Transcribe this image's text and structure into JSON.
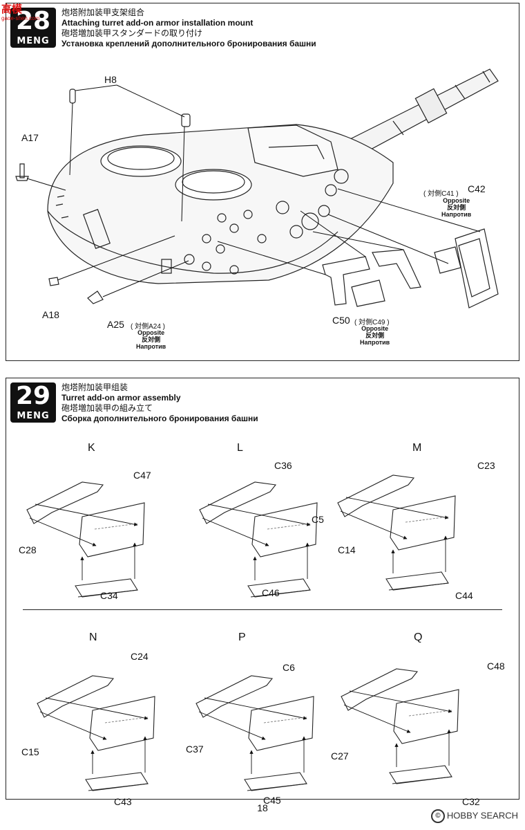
{
  "site_badge": {
    "name": "高模",
    "url_text": "gaoe-shen.com"
  },
  "brand": "MENG",
  "step28": {
    "number": "28",
    "title_cn": "炮塔附加装甲支架组合",
    "title_en": "Attaching turret add-on armor installation mount",
    "title_jp": "砲塔増加装甲スタンダードの取り付け",
    "title_ru": "Установка креплений дополнительного бронирования башни",
    "labels": {
      "h8": "H8",
      "a17": "A17",
      "a18": "A18",
      "a25": "A25",
      "a25_note": "( 対側A24 )",
      "c50": "C50",
      "c50_note": "( 対側C49 )",
      "c42": "C42",
      "c42_note": "( 対側C41 )"
    },
    "opposite": [
      "Opposite",
      "反対側",
      "Напротив"
    ]
  },
  "step29": {
    "number": "29",
    "title_cn": "炮塔附加装甲组装",
    "title_en": "Turret add-on armor assembly",
    "title_jp": "砲塔増加装甲の組み立て",
    "title_ru": "Сборка дополнительного бронирования башни",
    "subassemblies": [
      {
        "letter": "K",
        "parts": [
          "C47",
          "C28",
          "C34"
        ]
      },
      {
        "letter": "L",
        "parts": [
          "C36",
          "C5",
          "C46"
        ]
      },
      {
        "letter": "M",
        "parts": [
          "C23",
          "C14",
          "C44"
        ]
      },
      {
        "letter": "N",
        "parts": [
          "C24",
          "C15",
          "C43"
        ]
      },
      {
        "letter": "P",
        "parts": [
          "C6",
          "C37",
          "C45"
        ]
      },
      {
        "letter": "Q",
        "parts": [
          "C48",
          "C27",
          "C32"
        ]
      }
    ]
  },
  "page_number": "18",
  "watermark": {
    "mark": "©",
    "brand": "HOBBY SEARCH"
  }
}
